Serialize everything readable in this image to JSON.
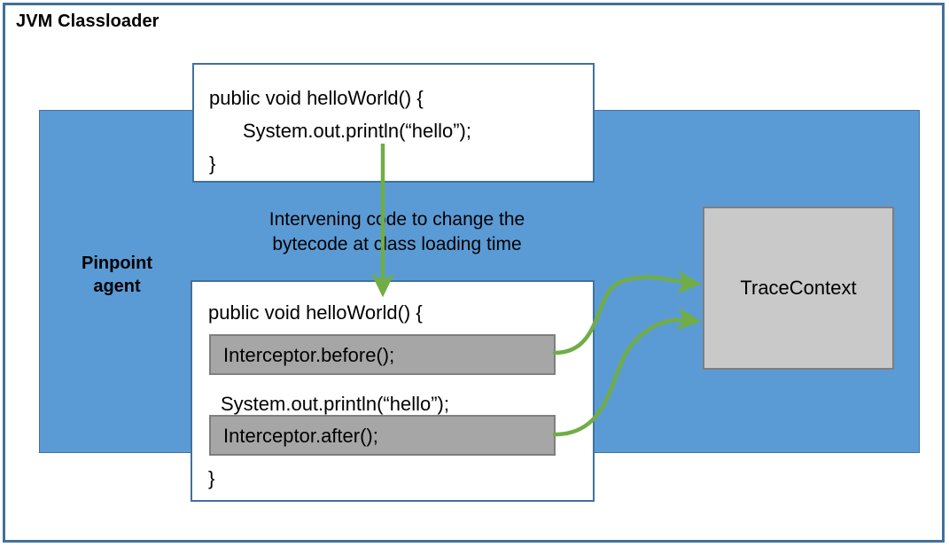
{
  "diagram": {
    "outer": {
      "title": "JVM Classloader",
      "border_color": "#41719C"
    },
    "agent_region": {
      "label": "Pinpoint\nagent",
      "label_line1": "Pinpoint",
      "label_line2": "agent",
      "fill_color": "#5B9BD5"
    },
    "original_code_box": {
      "name": "original method source",
      "lines": [
        "public void helloWorld() {",
        "System.out.println(“hello”);",
        "}"
      ],
      "line1": "public void helloWorld() {",
      "line2": "System.out.println(“hello”);",
      "line3": "}"
    },
    "transformed_code_box": {
      "name": "instrumented method source",
      "line1": "public void helloWorld() {",
      "line2": "Interceptor.before();",
      "line3": "System.out.println(“hello”);",
      "line4": "Interceptor.after();",
      "line5": "}",
      "bar_fill": "#A6A6A6",
      "bar_border": "#7F7F7F"
    },
    "caption": {
      "line1": "Intervening code to change the",
      "line2": "bytecode at class loading time",
      "full": "Intervening code to change the bytecode at class loading time"
    },
    "trace_context": {
      "label": "TraceContext",
      "fill_color": "#C9C9C9",
      "border_color": "#7F7F7F"
    },
    "arrows": {
      "color": "#70AD47",
      "transform_arrow": "original code to instrumented code (downward)",
      "before_arrow": "Interceptor.before() to TraceContext",
      "after_arrow": "Interceptor.after() to TraceContext"
    }
  }
}
